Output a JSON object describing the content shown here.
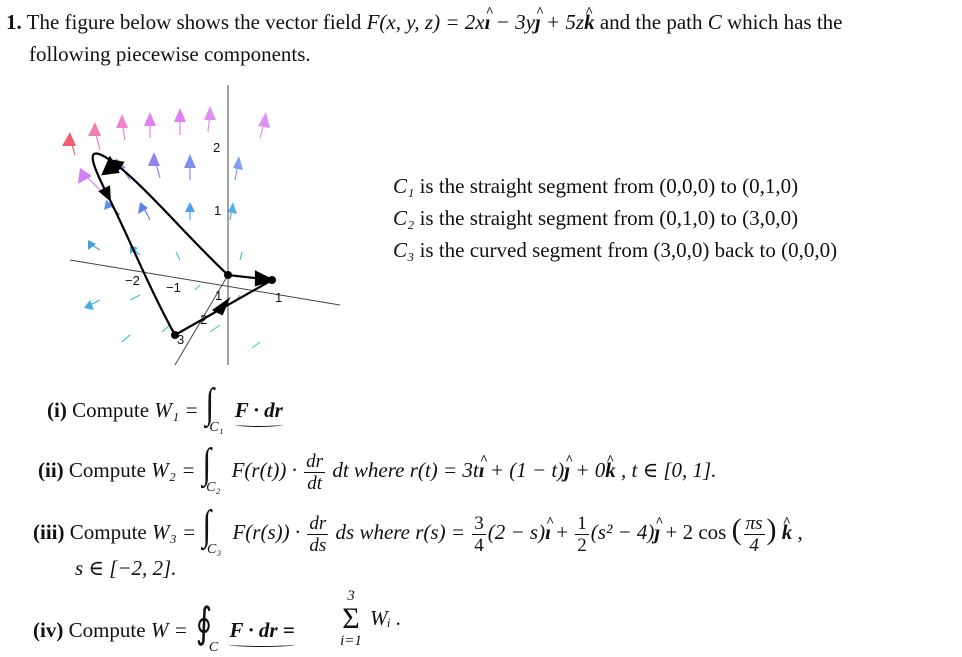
{
  "problem": {
    "number": "1.",
    "intro_line1_a": "The figure below shows the vector field",
    "field_lhs": "F(x, y, z) =",
    "field_rhs_a": "2x",
    "field_rhs_b": "− 3y",
    "field_rhs_c": "+ 5z",
    "intro_line1_b": "and the path",
    "path_name": "C",
    "intro_line1_c": "which has the",
    "intro_line2": "following piecewise components."
  },
  "components": [
    {
      "name": "C₁",
      "text": "is the straight segment from (0,0,0) to (0,1,0)"
    },
    {
      "name": "C₂",
      "text": "is the straight segment from (0,1,0) to (3,0,0)"
    },
    {
      "name": "C₃",
      "text": "is the curved segment from (3,0,0) back to (0,0,0)"
    }
  ],
  "figure": {
    "axis_labels": [
      "2",
      "1",
      "−2",
      "−1",
      "1",
      "1",
      "2",
      "3"
    ],
    "colors": {
      "axis": "#444444",
      "path": "#000000",
      "arrow_red": "#f06070",
      "arrow_pink": "#f080e0",
      "arrow_blue": "#6080f0",
      "arrow_cyan": "#40c0e0",
      "arrow_green": "#60d8a0"
    }
  },
  "parts": [
    {
      "label": "(i)",
      "text": "Compute",
      "work": "W₁ =",
      "integrand": "F · dr",
      "sub": "C₁"
    },
    {
      "label": "(ii)",
      "text": "Compute",
      "work": "W₂ =",
      "integrand": "F(r(t)) ·",
      "sub": "C₂",
      "frac_num": "dr",
      "frac_den": "dt",
      "tail": "dt where",
      "param": "r(t) = 3t",
      "param_b": "+ (1 − t)",
      "param_c": "+ 0",
      "domain": ", t ∈ [0, 1]."
    },
    {
      "label": "(iii)",
      "text": "Compute",
      "work": "W₃ =",
      "integrand": "F(r(s)) ·",
      "sub": "C₃",
      "frac_num": "dr",
      "frac_den": "ds",
      "tail": "ds where",
      "param": "r(s) =",
      "c1_num": "3",
      "c1_den": "4",
      "p1": "(2 − s)",
      "p2": "+",
      "c2_num": "1",
      "c2_den": "2",
      "p3": "(s² − 4)",
      "p4": "+ 2 cos",
      "c3_num": "πs",
      "c3_den": "4",
      "p5": ",",
      "domain": "s ∈ [−2, 2]."
    },
    {
      "label": "(iv)",
      "text": "Compute",
      "work": "W =",
      "integrand": "F · dr =",
      "sub": "C",
      "sum_top": "3",
      "sum_bot": "i=1",
      "sum_term": "Wᵢ ."
    }
  ]
}
